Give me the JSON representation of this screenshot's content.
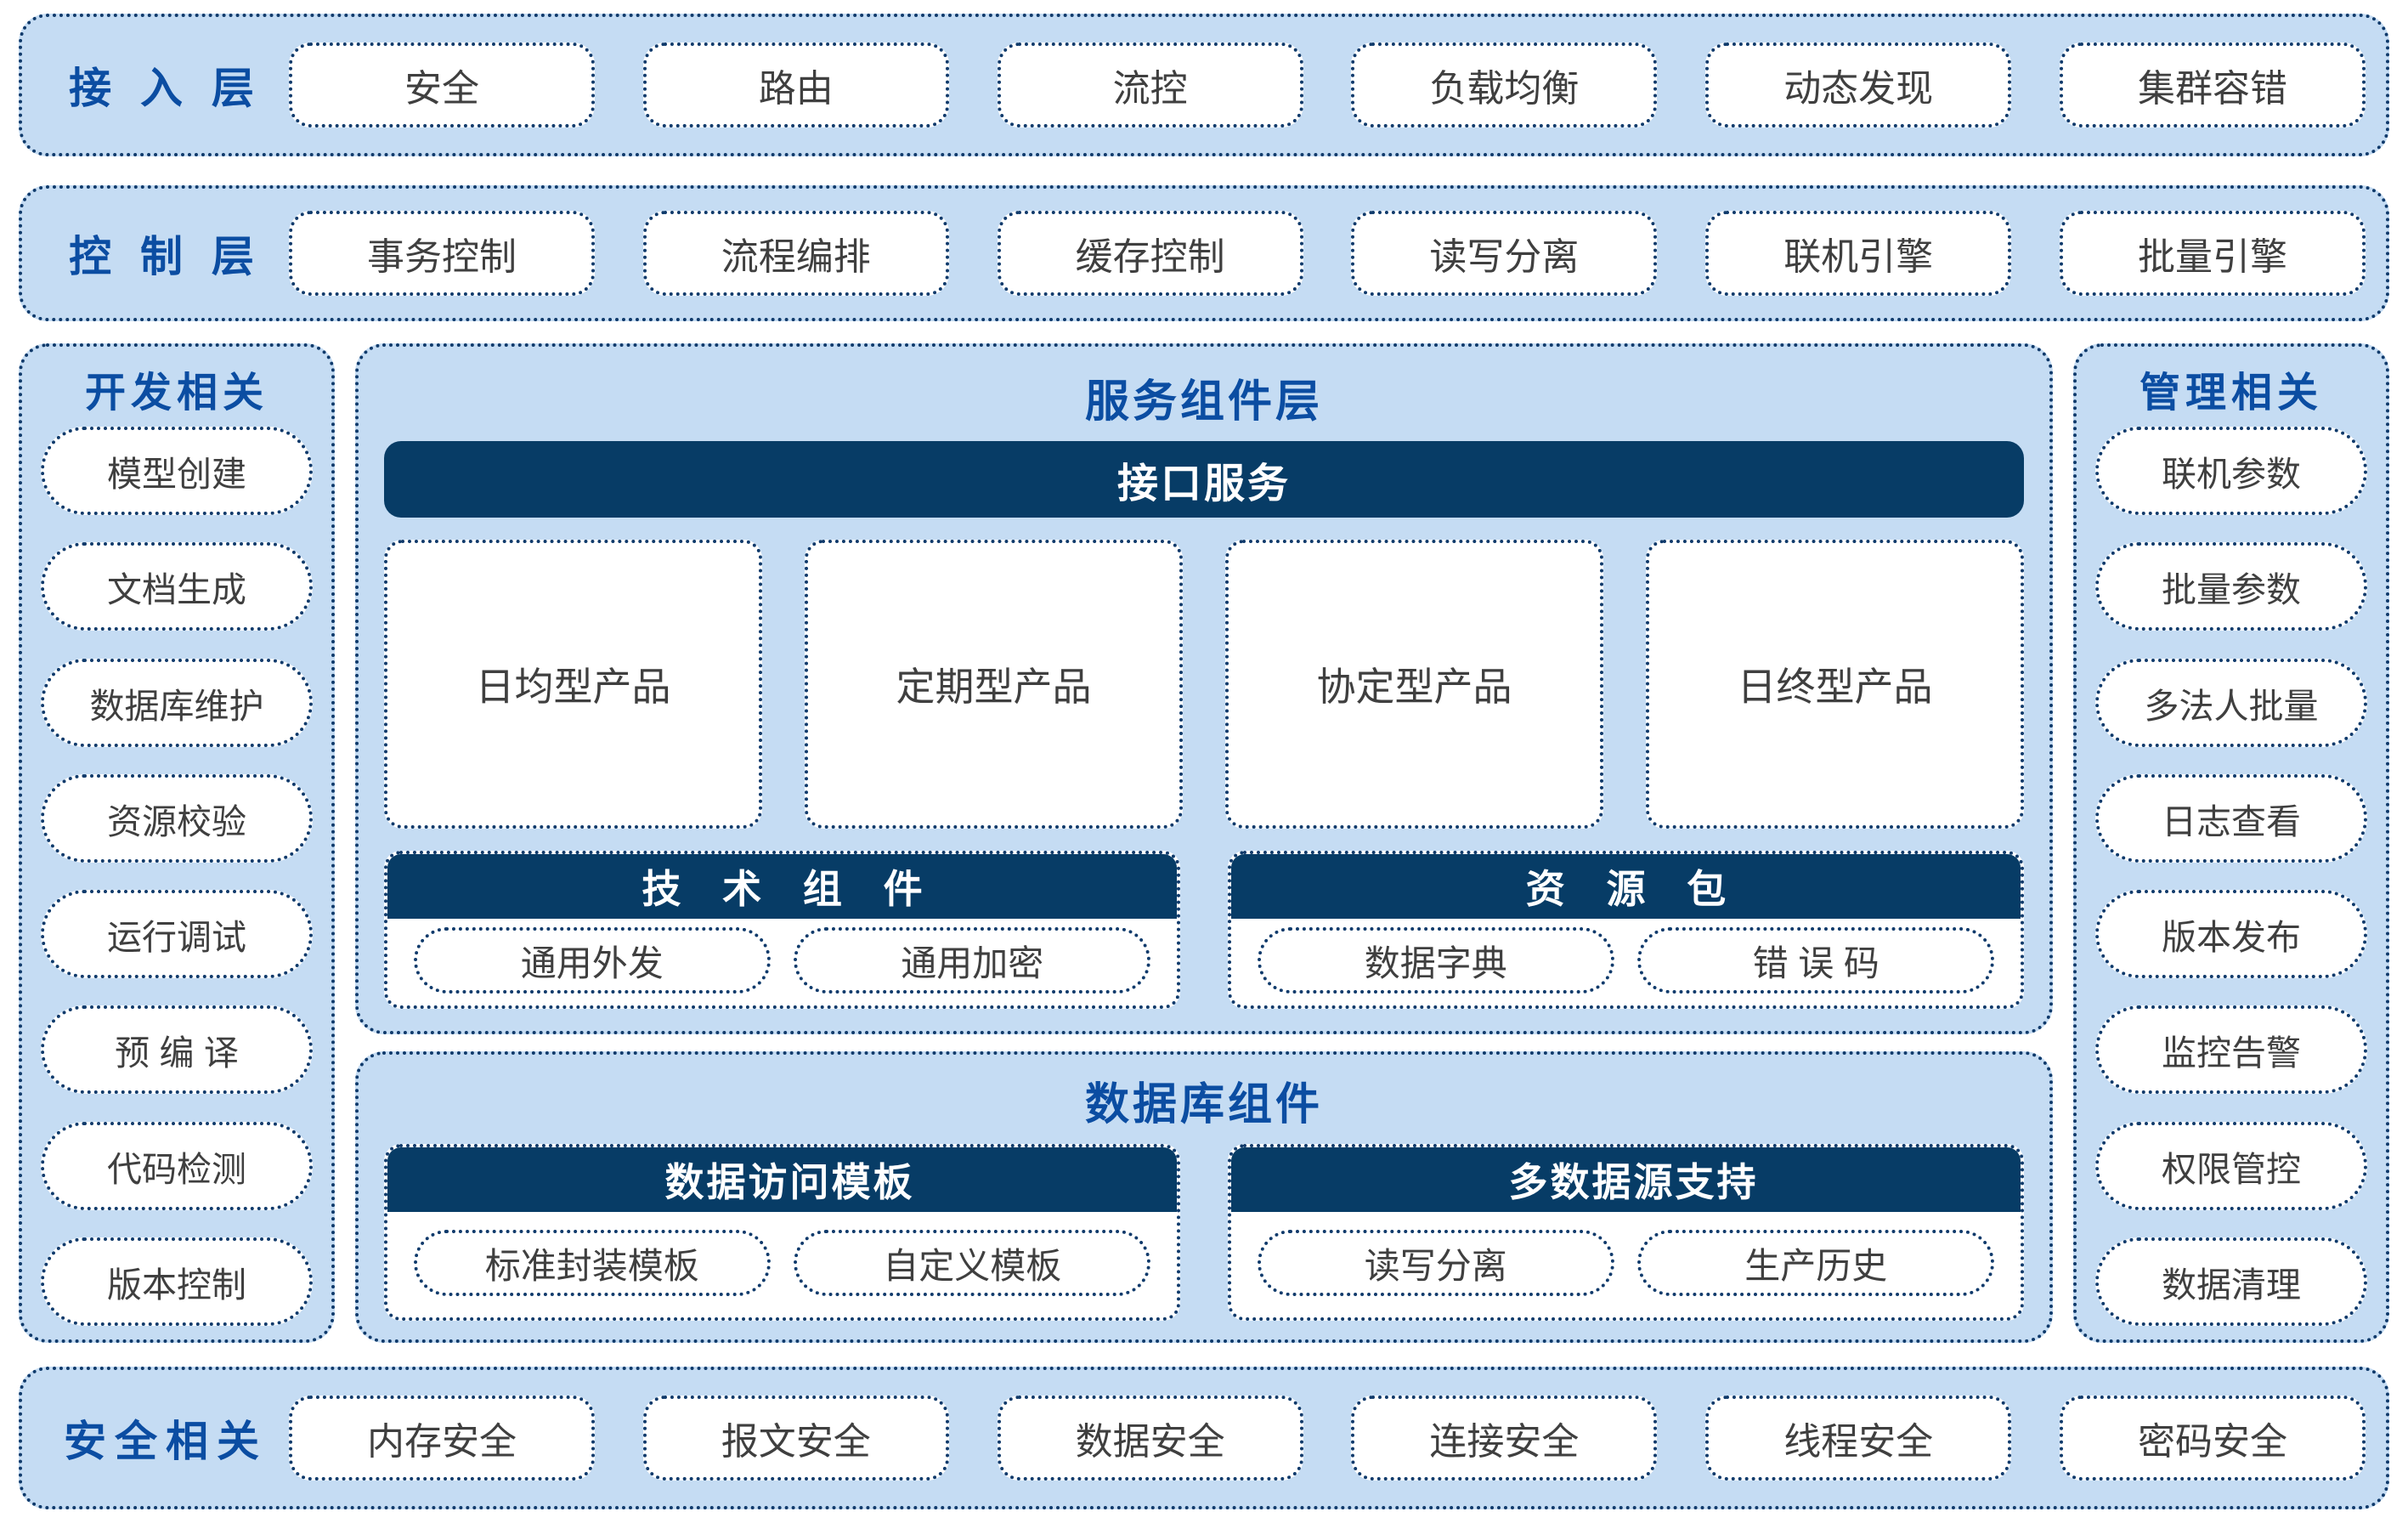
{
  "colors": {
    "panel_fill": "#c5dcf3",
    "border_navy": "#0f3a6b",
    "dark_bar": "#073c66",
    "title_blue": "#0b4da2",
    "chip_text": "#3f3f3f",
    "chip_fill": "#ffffff"
  },
  "access_layer": {
    "title": "接 入 层",
    "items": [
      {
        "label": "安全"
      },
      {
        "label": "路由"
      },
      {
        "label": "流控"
      },
      {
        "label": "负载均衡"
      },
      {
        "label": "动态发现"
      },
      {
        "label": "集群容错"
      }
    ]
  },
  "control_layer": {
    "title": "控 制 层",
    "items": [
      {
        "label": "事务控制"
      },
      {
        "label": "流程编排"
      },
      {
        "label": "缓存控制"
      },
      {
        "label": "读写分离"
      },
      {
        "label": "联机引擎"
      },
      {
        "label": "批量引擎"
      }
    ]
  },
  "dev_column": {
    "title": "开发相关",
    "items": [
      {
        "label": "模型创建"
      },
      {
        "label": "文档生成"
      },
      {
        "label": "数据库维护"
      },
      {
        "label": "资源校验"
      },
      {
        "label": "运行调试"
      },
      {
        "label": "预 编 译"
      },
      {
        "label": "代码检测"
      },
      {
        "label": "版本控制"
      }
    ]
  },
  "manage_column": {
    "title": "管理相关",
    "items": [
      {
        "label": "联机参数"
      },
      {
        "label": "批量参数"
      },
      {
        "label": "多法人批量"
      },
      {
        "label": "日志查看"
      },
      {
        "label": "版本发布"
      },
      {
        "label": "监控告警"
      },
      {
        "label": "权限管控"
      },
      {
        "label": "数据清理"
      }
    ]
  },
  "service_component_layer": {
    "title": "服务组件层",
    "interface_service": "接口服务",
    "products": [
      {
        "label": "日均型产品"
      },
      {
        "label": "定期型产品"
      },
      {
        "label": "协定型产品"
      },
      {
        "label": "日终型产品"
      }
    ],
    "tech_component": {
      "title": "技 术 组 件",
      "items": [
        {
          "label": "通用外发"
        },
        {
          "label": "通用加密"
        }
      ]
    },
    "resource_package": {
      "title": "资  源  包",
      "items": [
        {
          "label": "数据字典"
        },
        {
          "label": "错 误 码"
        }
      ]
    }
  },
  "database_component": {
    "title": "数据库组件",
    "data_access_template": {
      "title": "数据访问模板",
      "items": [
        {
          "label": "标准封装模板"
        },
        {
          "label": "自定义模板"
        }
      ]
    },
    "multi_datasource": {
      "title": "多数据源支持",
      "items": [
        {
          "label": "读写分离"
        },
        {
          "label": "生产历史"
        }
      ]
    }
  },
  "security_layer": {
    "title": "安全相关",
    "items": [
      {
        "label": "内存安全"
      },
      {
        "label": "报文安全"
      },
      {
        "label": "数据安全"
      },
      {
        "label": "连接安全"
      },
      {
        "label": "线程安全"
      },
      {
        "label": "密码安全"
      }
    ]
  }
}
